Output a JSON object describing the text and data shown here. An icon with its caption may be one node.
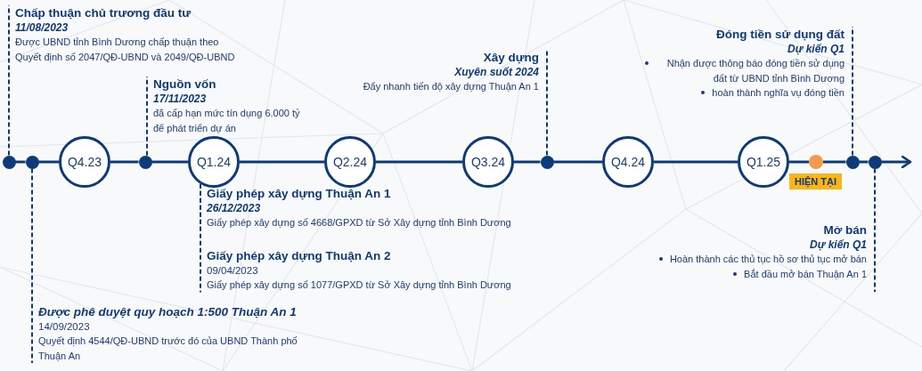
{
  "diagram": {
    "nodes": [
      {
        "text": [
          "Chấp thuận chủ trương đầu tư",
          "11/08/2023",
          "Được UBND tỉnh Bình Dương chấp thuận theo Quyết định số 2047/QĐ-UBND và 2049/QĐ-UBND"
        ]
      },
      {
        "text": [
          "Nguồn vốn",
          "17/11/2023",
          "đã cấp hạn mức tín dụng 6.000 tỷ để phát triển dự án"
        ]
      },
      {
        "text": [
          "Xây dựng",
          "Xuyên suốt 2024",
          "Đẩy nhanh tiến độ xây dựng Thuận An 1"
        ]
      },
      {
        "text": [
          "Đóng tiền sử dụng đất",
          "Dự kiến Q1",
          "Nhận được thông báo đóng tiền sử dụng đất từ UBND tỉnh Bình Dương",
          "hoàn thành nghĩa vụ đóng tiền"
        ]
      },
      {
        "text": [],
        "shape": "circle"
      },
      {
        "text": [],
        "shape": "circle"
      },
      {
        "text": [
          "Q4.23"
        ]
      },
      {
        "text": [],
        "shape": "circle"
      },
      {
        "text": [
          "Q1.24"
        ]
      },
      {
        "text": [
          "Q2.24"
        ]
      },
      {
        "text": [
          "Q3.24"
        ]
      },
      {
        "text": [],
        "shape": "circle"
      },
      {
        "text": [
          "Q4.24"
        ]
      },
      {
        "text": [
          "Q1.25"
        ]
      },
      {
        "text": [],
        "shape": "circle"
      },
      {
        "text": [],
        "shape": "circle"
      },
      {
        "text": [],
        "shape": "circle"
      },
      {
        "text": [
          "HIỆN TẠI"
        ]
      },
      {
        "text": [
          "Giấy phép xây dựng Thuận An 1",
          "26/12/2023",
          "Giấy phép xây dựng số 4668/GPXD từ Sở Xây dựng tỉnh Bình Dương"
        ]
      },
      {
        "text": [
          "Giấy phép xây dựng Thuận An 2",
          "09/04/2023",
          "Giấy phép xây dựng số 1077/GPXD từ Sở Xây dựng tỉnh Bình Dương"
        ]
      },
      {
        "text": [
          "Mở bán",
          "Dự kiến Q1",
          "Hoàn thành các thủ tục hồ sơ thủ tục mở bán",
          "Bắt đầu mở bán Thuận An 1"
        ]
      },
      {
        "text": [
          "Được phê duyệt quy hoạch 1:500 Thuận An 1",
          "14/09/2023",
          "Quyết định 4544/QĐ-UBND trước đó của UBND Thành phố Thuận An"
        ]
      }
    ],
    "edges": [
      {
        "from": 4,
        "to": 5,
        "arrow": "none"
      },
      {
        "from": 5,
        "to": 6,
        "arrow": "none"
      },
      {
        "from": 6,
        "to": 7,
        "arrow": "none"
      },
      {
        "from": 7,
        "to": 8,
        "arrow": "none"
      },
      {
        "from": 8,
        "to": 9,
        "arrow": "none"
      },
      {
        "from": 9,
        "to": 10,
        "arrow": "none"
      },
      {
        "from": 10,
        "to": 11,
        "arrow": "none"
      },
      {
        "from": 11,
        "to": 12,
        "arrow": "none"
      },
      {
        "from": 12,
        "to": 13,
        "arrow": "none"
      },
      {
        "from": 13,
        "to": 14,
        "arrow": "none"
      },
      {
        "from": 14,
        "to": 15,
        "arrow": "none"
      },
      {
        "from": 15,
        "to": 16,
        "arrow": "none"
      },
      {
        "from": 16,
        "to": null,
        "arrow": "to"
      },
      {
        "from": 4,
        "to": 0,
        "arrow": "none",
        "style": "dashed"
      },
      {
        "from": 7,
        "to": 1,
        "arrow": "none",
        "style": "dashed"
      },
      {
        "from": 11,
        "to": 2,
        "arrow": "none",
        "style": "dashed"
      },
      {
        "from": 15,
        "to": 3,
        "arrow": "none",
        "style": "dashed"
      },
      {
        "from": 8,
        "to": 18,
        "arrow": "none",
        "style": "dashed"
      },
      {
        "from": 8,
        "to": 19,
        "arrow": "none",
        "style": "dashed"
      },
      {
        "from": 16,
        "to": 20,
        "arrow": "none",
        "style": "dashed"
      },
      {
        "from": 5,
        "to": 21,
        "arrow": "none",
        "style": "dashed"
      }
    ]
  }
}
